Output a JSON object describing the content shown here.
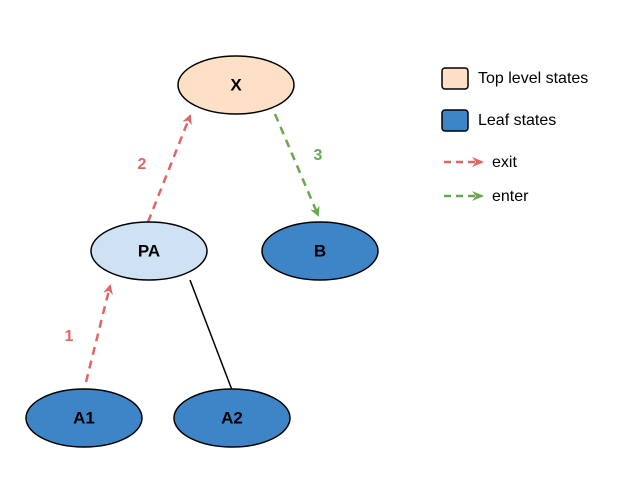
{
  "nodes": {
    "x": {
      "label": "X",
      "kind": "top"
    },
    "pa": {
      "label": "PA",
      "kind": "parent"
    },
    "b": {
      "label": "B",
      "kind": "leaf"
    },
    "a1": {
      "label": "A1",
      "kind": "leaf"
    },
    "a2": {
      "label": "A2",
      "kind": "leaf"
    }
  },
  "edges": [
    {
      "from": "pa",
      "to": "a2",
      "style": "solid"
    },
    {
      "from": "a1",
      "to": "pa",
      "style": "exit",
      "step": "1"
    },
    {
      "from": "pa",
      "to": "x",
      "style": "exit",
      "step": "2"
    },
    {
      "from": "x",
      "to": "b",
      "style": "enter",
      "step": "3"
    }
  ],
  "steps": {
    "one": "1",
    "two": "2",
    "three": "3"
  },
  "legend": {
    "top_level": "Top level states",
    "leaf": "Leaf states",
    "exit": "exit",
    "enter": "enter"
  },
  "colors": {
    "top_level_fill": "#fde0c6",
    "parent_fill": "#cfe2f3",
    "leaf_fill": "#3d85c6",
    "outline": "#000000",
    "exit": "#e06666",
    "enter": "#6aa84f"
  }
}
